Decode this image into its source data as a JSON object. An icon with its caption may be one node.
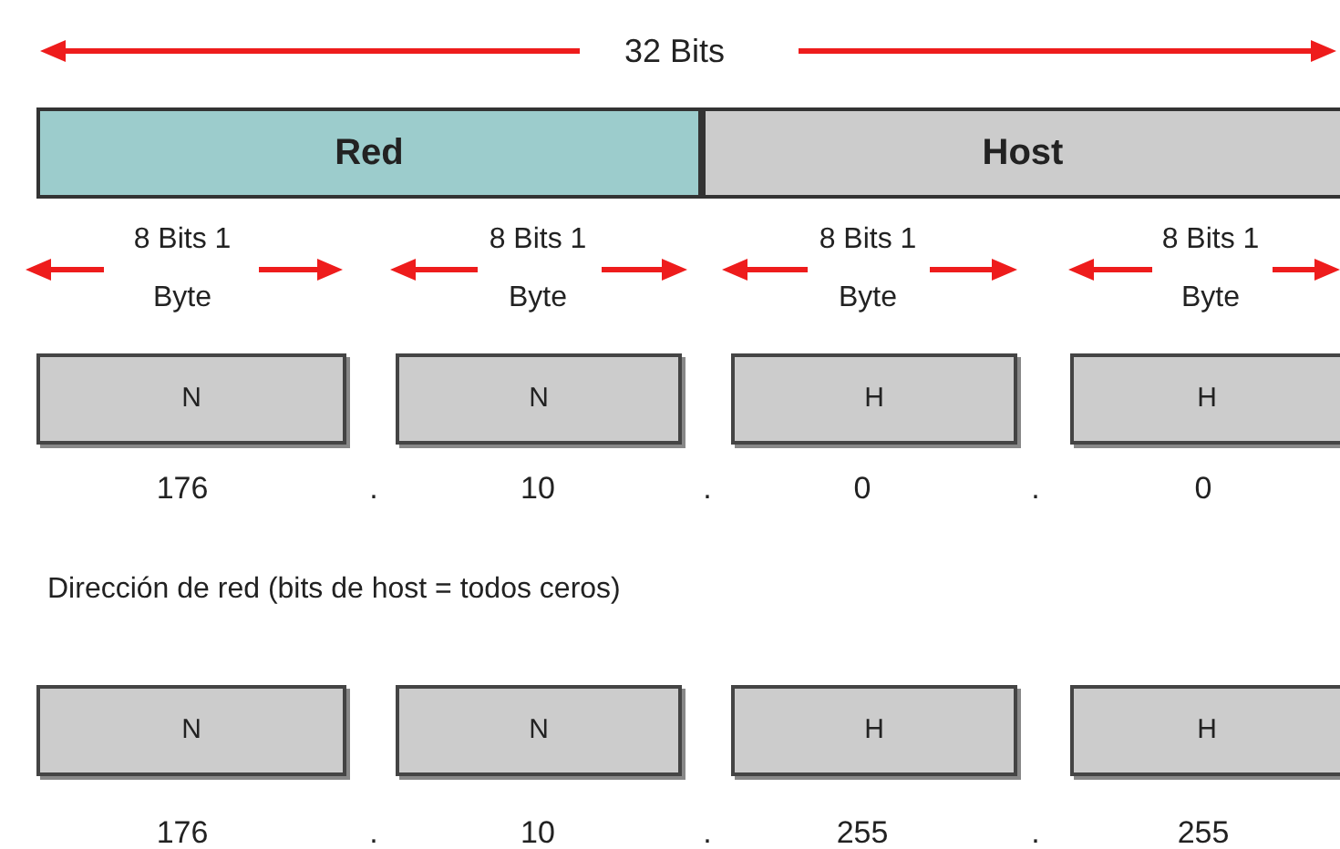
{
  "diagram": {
    "nodes": [
      {
        "text": [
          "Red"
        ]
      },
      {
        "text": [
          "Host"
        ]
      },
      {
        "text": [
          "N"
        ]
      },
      {
        "text": [
          "N"
        ]
      },
      {
        "text": [
          "H"
        ]
      },
      {
        "text": [
          "H"
        ]
      },
      {
        "text": [
          "N"
        ]
      },
      {
        "text": [
          "N"
        ]
      },
      {
        "text": [
          "H"
        ]
      },
      {
        "text": [
          "H"
        ]
      }
    ],
    "labels": [
      "32 Bits",
      "8 Bits 1 Byte",
      "8 Bits 1 Byte",
      "8 Bits 1 Byte",
      "8 Bits 1 Byte",
      "176",
      ".",
      "10",
      ".",
      "0",
      ".",
      "0",
      "Dirección de red (bits de host = todos ceros)",
      "176",
      ".",
      "10",
      ".",
      "255",
      ".",
      "255"
    ]
  }
}
